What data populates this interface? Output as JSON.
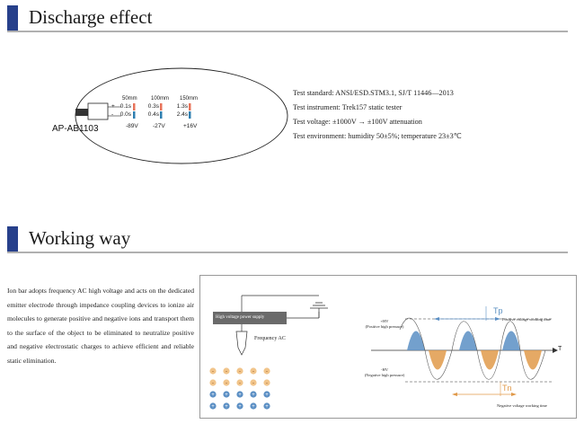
{
  "section1": {
    "title": "Discharge effect"
  },
  "section2": {
    "title": "Working way"
  },
  "device": {
    "model": "AP-AB1103",
    "columns": [
      "50mm",
      "100mm",
      "150mm"
    ],
    "rows": [
      {
        "sign": "+",
        "values": [
          "0.1s",
          "0.3s",
          "1.3s"
        ]
      },
      {
        "sign": "-",
        "values": [
          "0.0s",
          "0.4s",
          "2.4s"
        ]
      }
    ],
    "voltages": [
      "-89V",
      "-27V",
      "+16V"
    ],
    "colors": {
      "positive_bar": "#e8735a",
      "negative_bar": "#2f7fb0"
    }
  },
  "specs": [
    "Test standard: ANSI/ESD.STM3.1, SJ/T 11446—2013",
    "Test instrument: Trek157 static tester",
    "Test voltage: ±1000V → ±100V attenuation",
    "Test environment: humidity 50±5%; temperature 23±3℃"
  ],
  "description": "Ion bar adopts frequency AC high voltage and acts on the dedicated emitter electrode through impedance coupling devices to ionize air molecules to generate positive and negative ions and transport them to the surface of the object to be eliminated to neutralize positive and negative electrostatic charges to achieve efficient and reliable static elimination.",
  "diagram": {
    "hv_supply": "High voltage power supply",
    "frequency": "Frequency AC",
    "pos_hv": "+HV",
    "pos_hv_note": "(Positive high pressure)",
    "neg_hv": "-HV",
    "neg_hv_note": "(Negative high pressure)",
    "tp": "Tp",
    "tn": "Tn",
    "t_axis": "T",
    "pos_time": "Positive voltage working time",
    "neg_time": "Negative voltage working time",
    "ion_rows": [
      "-",
      "-",
      "+",
      "+"
    ],
    "colors": {
      "positive_wave": "#5b8fc4",
      "negative_wave": "#e09a4a",
      "accent": "#27408b"
    }
  }
}
